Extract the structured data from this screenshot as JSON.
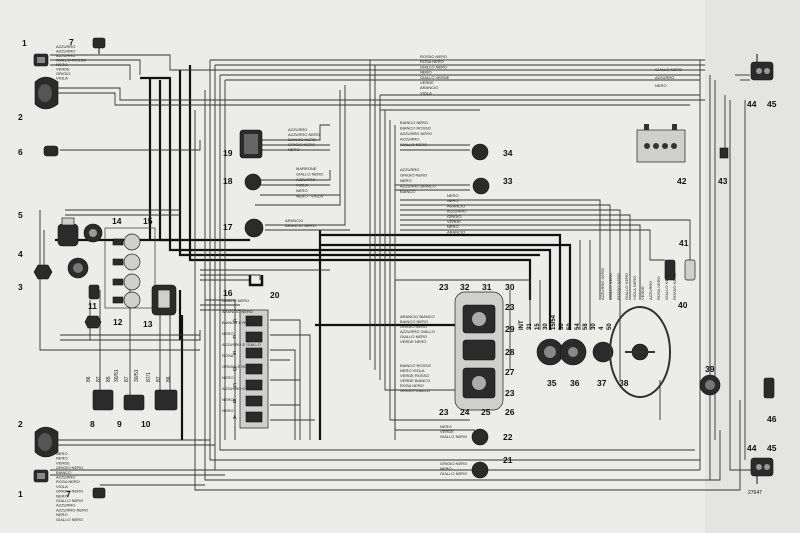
{
  "ref_code": "27647",
  "components": [
    {
      "n": "1"
    },
    {
      "n": "7"
    },
    {
      "n": "2"
    },
    {
      "n": "6"
    },
    {
      "n": "5"
    },
    {
      "n": "14"
    },
    {
      "n": "15"
    },
    {
      "n": "4"
    },
    {
      "n": "3"
    },
    {
      "n": "11"
    },
    {
      "n": "12"
    },
    {
      "n": "13"
    },
    {
      "n": "16"
    },
    {
      "n": "19"
    },
    {
      "n": "18"
    },
    {
      "n": "17"
    },
    {
      "n": "20"
    },
    {
      "n": "8"
    },
    {
      "n": "9"
    },
    {
      "n": "10"
    },
    {
      "n": "2"
    },
    {
      "n": "1"
    },
    {
      "n": "7"
    },
    {
      "n": "34"
    },
    {
      "n": "33"
    },
    {
      "n": "23"
    },
    {
      "n": "32"
    },
    {
      "n": "31"
    },
    {
      "n": "30"
    },
    {
      "n": "23"
    },
    {
      "n": "29"
    },
    {
      "n": "28"
    },
    {
      "n": "27"
    },
    {
      "n": "23"
    },
    {
      "n": "24"
    },
    {
      "n": "25"
    },
    {
      "n": "26"
    },
    {
      "n": "23"
    },
    {
      "n": "35"
    },
    {
      "n": "36"
    },
    {
      "n": "37"
    },
    {
      "n": "38"
    },
    {
      "n": "22"
    },
    {
      "n": "21"
    },
    {
      "n": "42"
    },
    {
      "n": "43"
    },
    {
      "n": "44"
    },
    {
      "n": "45"
    },
    {
      "n": "41"
    },
    {
      "n": "40"
    },
    {
      "n": "39"
    },
    {
      "n": "46"
    },
    {
      "n": "44"
    },
    {
      "n": "45"
    }
  ],
  "wire_labels": {
    "top_left": [
      "AZZURRO",
      "AZZURRO",
      "AZZURRO",
      "GIALLO-ROSSO",
      "NERO",
      "VERDE",
      "GRIGIO",
      "VIOLA"
    ],
    "top_center": [
      "ROSSO NERO",
      "ROSA NERO",
      "GIALLO NERO",
      "NERO",
      "GIALLO VERDE",
      "VERDE",
      "ARANCIO",
      "VIOLA"
    ],
    "top_right": [
      "GIALLO NERO",
      "AZZURRO",
      "NERO"
    ],
    "comp19": [
      "AZZURRO",
      "AZZURRO NERO",
      "BIANCO NERO",
      "GRIGIO NERO",
      "NERO"
    ],
    "comp18": [
      "MARRONE",
      "GIALLO NERO",
      "AZZURRO",
      "VIOLA",
      "NERO",
      "NERO - VIOLA"
    ],
    "comp17": [
      "ARANCIO",
      "ARANCIO NERO"
    ],
    "comp34": [
      "BIANCO NERO",
      "BIANCO ROSSO",
      "AZZURRO NERO",
      "AZZURRO",
      "GIALLO NERO"
    ],
    "comp33": [
      "AZZURRO",
      "GRIGIO NERO",
      "NERO",
      "AZZURRO BIANCO",
      "BIANCO"
    ],
    "mid_right": [
      "NERO",
      "NERO",
      "ARANCIO",
      "AZZURRO",
      "GRIGIO",
      "VERDE",
      "NERO",
      "ARANCIO"
    ],
    "panel_left": [
      "ARANCIO BIANCO",
      "BIANCO NERO",
      "GRIGIO NERO",
      "AZZURRO GIALLO",
      "GIALLO NERO",
      "VERDE NERO"
    ],
    "panel_bottom": [
      "BIANCO ROSSO",
      "NERO VIOLA",
      "VERDE ROSSO",
      "VERDE BIANCO",
      "ROSA NERO",
      "GRIGIO GIALLO"
    ],
    "comp20": [
      "GIALLO NERO",
      "ARANCIO NERO",
      "BIANCO E ROSSO",
      "NERO",
      "AZZURRO E GIALLO",
      "ROSA",
      "GRIGIO E ROSSO",
      "NERO",
      "AZZURRO E ROSSO",
      "NERO",
      "NERO"
    ],
    "bottom": [
      "NERO",
      "NERO",
      "VERDE",
      "GRIGIO NERO",
      "BIANCO",
      "AZZURRO",
      "ROSA NERO",
      "VIOLA",
      "GRIGIO NERO",
      "NERO",
      "GIALLO NERO",
      "AZZURRO",
      "AZZURRO NERO",
      "NERO",
      "GIALLO NERO"
    ],
    "comp22": [
      "NERO",
      "VERDE",
      "GIALLO NERO"
    ],
    "comp21": [
      "GRIGIO NERO",
      "NERO",
      "GIALLO NERO"
    ],
    "right_vertical": [
      "AZZURRO NERO",
      "GIALLO NERO",
      "ROSSO NERO",
      "GIALLO NERO",
      "VIOLA NERO",
      "VERDE",
      "AZZURRO",
      "ROSA NERO",
      "GIALLO NERO",
      "ROSSO NERO"
    ]
  },
  "switch_codes": [
    "INT",
    "31",
    "15",
    "30",
    "15/54",
    "30",
    "50",
    "54",
    "58",
    "30",
    "4",
    "50"
  ],
  "relay_codes": [
    "86",
    "87",
    "85",
    "30/51",
    "87",
    "30/51",
    "87/1",
    "87",
    "86"
  ],
  "fuse_codes": [
    "G",
    "F",
    "E",
    "D",
    "C",
    "B",
    "A"
  ]
}
